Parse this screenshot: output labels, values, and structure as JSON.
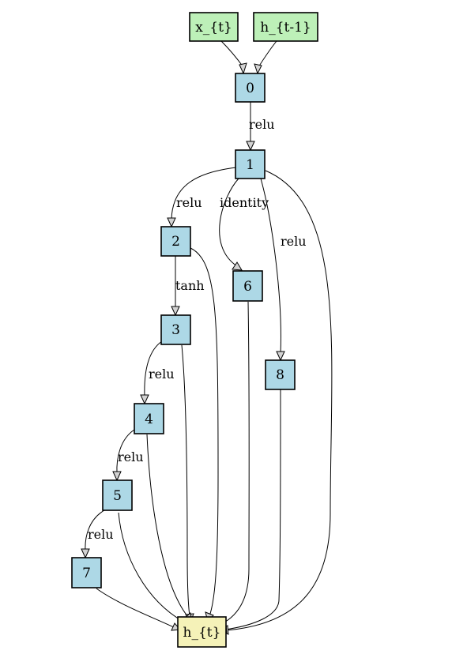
{
  "colors": {
    "input_node": "#bdf0b8",
    "op_node": "#add8e6",
    "output_node": "#f5f2b8"
  },
  "nodes": {
    "x_t": "x_{t}",
    "h_prev": "h_{t-1}",
    "n0": "0",
    "n1": "1",
    "n2": "2",
    "n3": "3",
    "n4": "4",
    "n5": "5",
    "n6": "6",
    "n7": "7",
    "n8": "8",
    "h_t": "h_{t}"
  },
  "edge_labels": {
    "e0_1": "relu",
    "e1_2": "relu",
    "e1_6": "identity",
    "e1_8": "relu",
    "e2_3": "tanh",
    "e3_4": "relu",
    "e4_5": "relu",
    "e5_7": "relu"
  }
}
